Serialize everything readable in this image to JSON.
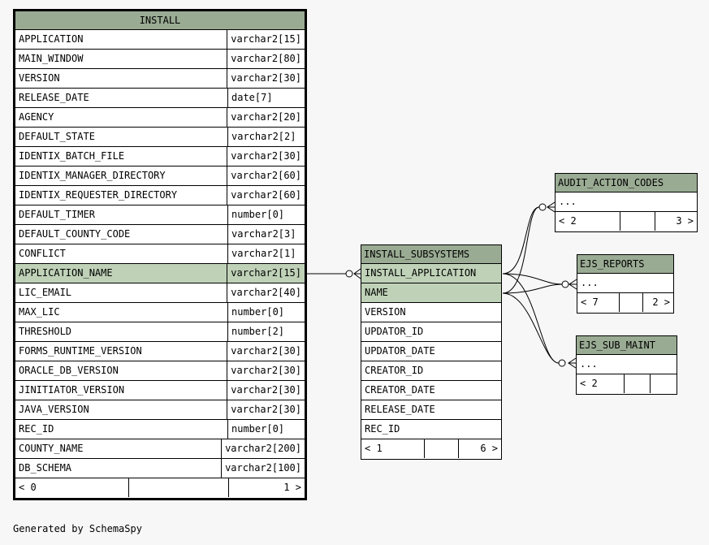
{
  "install": {
    "title": "INSTALL",
    "columns": [
      {
        "name": "APPLICATION",
        "type": "varchar2[15]"
      },
      {
        "name": "MAIN_WINDOW",
        "type": "varchar2[80]"
      },
      {
        "name": "VERSION",
        "type": "varchar2[30]"
      },
      {
        "name": "RELEASE_DATE",
        "type": "date[7]"
      },
      {
        "name": "AGENCY",
        "type": "varchar2[20]"
      },
      {
        "name": "DEFAULT_STATE",
        "type": "varchar2[2]"
      },
      {
        "name": "IDENTIX_BATCH_FILE",
        "type": "varchar2[30]"
      },
      {
        "name": "IDENTIX_MANAGER_DIRECTORY",
        "type": "varchar2[60]"
      },
      {
        "name": "IDENTIX_REQUESTER_DIRECTORY",
        "type": "varchar2[60]"
      },
      {
        "name": "DEFAULT_TIMER",
        "type": "number[0]"
      },
      {
        "name": "DEFAULT_COUNTY_CODE",
        "type": "varchar2[3]"
      },
      {
        "name": "CONFLICT",
        "type": "varchar2[1]"
      },
      {
        "name": "APPLICATION_NAME",
        "type": "varchar2[15]"
      },
      {
        "name": "LIC_EMAIL",
        "type": "varchar2[40]"
      },
      {
        "name": "MAX_LIC",
        "type": "number[0]"
      },
      {
        "name": "THRESHOLD",
        "type": "number[2]"
      },
      {
        "name": "FORMS_RUNTIME_VERSION",
        "type": "varchar2[30]"
      },
      {
        "name": "ORACLE_DB_VERSION",
        "type": "varchar2[30]"
      },
      {
        "name": "JINITIATOR_VERSION",
        "type": "varchar2[30]"
      },
      {
        "name": "JAVA_VERSION",
        "type": "varchar2[30]"
      },
      {
        "name": "REC_ID",
        "type": "number[0]"
      },
      {
        "name": "COUNTY_NAME",
        "type": "varchar2[200]"
      },
      {
        "name": "DB_SCHEMA",
        "type": "varchar2[100]"
      }
    ],
    "highlighted_index": 12,
    "footer_left": "< 0",
    "footer_mid": "",
    "footer_right": "1 >"
  },
  "install_subsystems": {
    "title": "INSTALL_SUBSYSTEMS",
    "columns": [
      "INSTALL_APPLICATION",
      "NAME",
      "VERSION",
      "UPDATOR_ID",
      "UPDATOR_DATE",
      "CREATOR_ID",
      "CREATOR_DATE",
      "RELEASE_DATE",
      "REC_ID"
    ],
    "highlighted": [
      0,
      1
    ],
    "footer_left": "< 1",
    "footer_mid": "",
    "footer_right": "6 >"
  },
  "audit_action_codes": {
    "title": "AUDIT_ACTION_CODES",
    "body": "...",
    "footer_left": "< 2",
    "footer_mid": "",
    "footer_right": "3 >"
  },
  "ejs_reports": {
    "title": "EJS_REPORTS",
    "body": "...",
    "footer_left": "< 7",
    "footer_mid": "",
    "footer_right": "2 >"
  },
  "ejs_sub_maint": {
    "title": "EJS_SUB_MAINT",
    "body": "...",
    "footer_left": "< 2",
    "footer_mid": "",
    "footer_right": ""
  },
  "credit": "Generated by SchemaSpy",
  "colors": {
    "header": "#9aab93",
    "highlight": "#bfd2b8",
    "background": "#f7f7f7"
  }
}
